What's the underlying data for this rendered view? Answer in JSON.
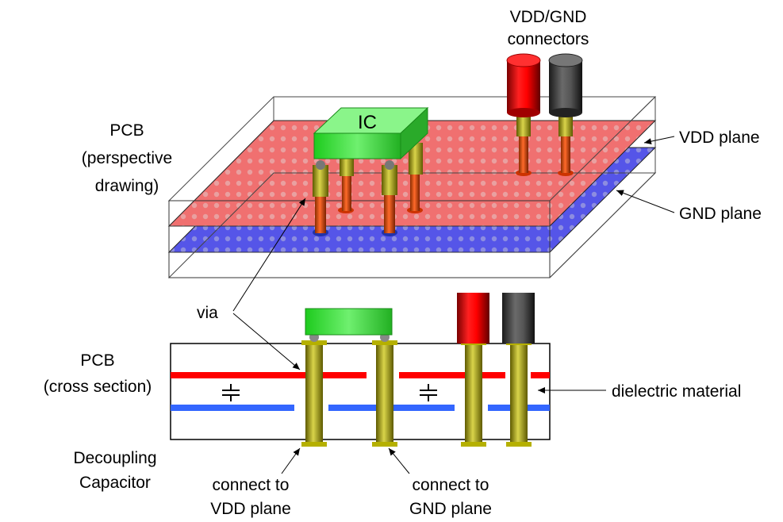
{
  "labels": {
    "connectors_line1": "VDD/GND",
    "connectors_line2": "connectors",
    "pcb_persp_line1": "PCB",
    "pcb_persp_line2": "(perspective",
    "pcb_persp_line3": "drawing)",
    "ic": "IC",
    "vdd_plane": "VDD plane",
    "gnd_plane": "GND plane",
    "via": "via",
    "pcb_cross_line1": "PCB",
    "pcb_cross_line2": "(cross section)",
    "dielectric": "dielectric material",
    "decoupling_line1": "Decoupling",
    "decoupling_line2": "Capacitor",
    "connect_vdd_line1": "connect to",
    "connect_vdd_line2": "VDD plane",
    "connect_gnd_line1": "connect to",
    "connect_gnd_line2": "GND plane"
  },
  "colors": {
    "vdd": "#ff0000",
    "gnd": "#3366ff",
    "ic": "#55ee55",
    "via": "#b5b000",
    "connector_gray": "#444444"
  }
}
